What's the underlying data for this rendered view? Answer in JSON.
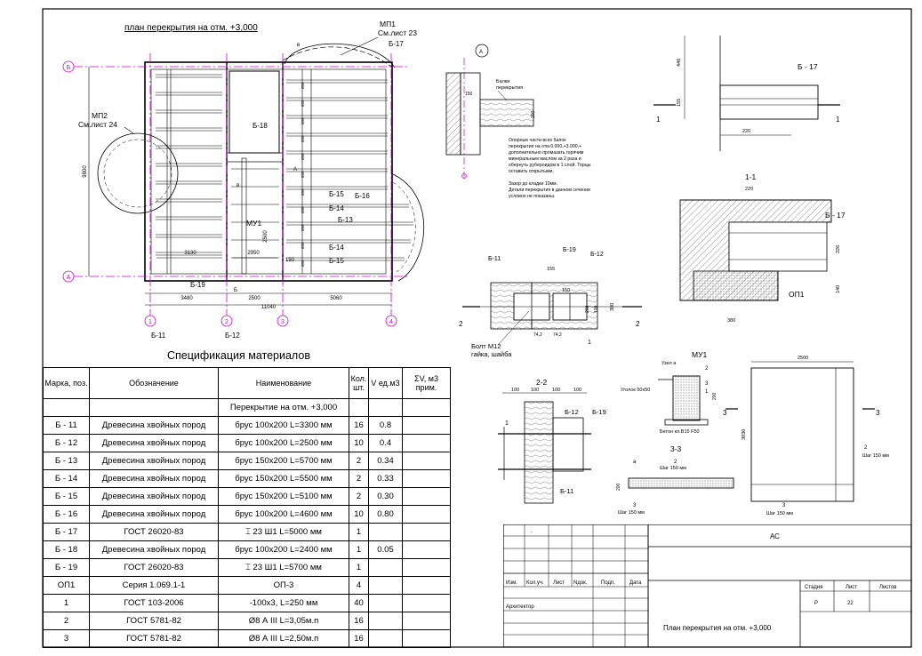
{
  "plan": {
    "title": "план перекрытия на отм. +3,000",
    "axes": {
      "a": "А",
      "b": "Б",
      "n1": "1",
      "n2": "2",
      "n3": "3",
      "n4": "4"
    },
    "refs": {
      "mp1": "МП1",
      "mp1_sheet": "См.лист 23",
      "mp2": "МП2",
      "mp2_sheet": "См.лист 24",
      "mu1": "МУ1",
      "v": "в",
      "a": "А",
      "b": "Б"
    },
    "dims": {
      "total": "11040",
      "d1": "3480",
      "d2": "2500",
      "d3": "5060",
      "h": "9800",
      "s3130": "3130",
      "s2950": "2950",
      "s2500": "2500",
      "s600": "600",
      "s150": "150"
    },
    "beams": {
      "b11": "Б-11",
      "b12": "Б-12",
      "b13": "Б-13",
      "b14a": "Б-14",
      "b14b": "Б-14",
      "b15a": "Б-15",
      "b15b": "Б-15",
      "b16": "Б-16",
      "b17": "Б-17",
      "b18": "Б-18",
      "b19": "Б-19"
    }
  },
  "detailA": {
    "label": "А",
    "beam_label_1": "Балки",
    "beam_label_2": "перекрытия",
    "dim150": "150",
    "dim200": "200",
    "note": [
      "Опорные части всех балок",
      "перекрытия на отм.0.000,+3.000,+",
      "дополнительно промазать горячим",
      "минеральным маслом за 2 раза и",
      "обернуть рубероидом в 1 слой. Торцы",
      "оставить открытыми.",
      "Зазор до кладки 10мм.",
      "Детали перекрытия в данном сечении",
      "условно не показаны."
    ]
  },
  "detailB17": {
    "label": "Б - 17",
    "d446": "446",
    "d155": "155",
    "d220": "220",
    "one": "1"
  },
  "section11": {
    "title": "1-1",
    "label": "Б - 17",
    "op": "ОП1",
    "d220": "220",
    "d226": "226",
    "d140": "140",
    "d380": "380"
  },
  "nodeB": {
    "b11": "Б-11",
    "b19": "Б-19",
    "b12": "Б-12",
    "d155": "155",
    "d150": "150",
    "d300": "300",
    "d200": "200",
    "d100": "100",
    "d74a": "74,2",
    "d74b": "74,2",
    "two": "2",
    "one": "1",
    "bolt1": "Болт М12",
    "bolt2": "гайка, шайба"
  },
  "section22": {
    "title": "2-2",
    "b12": "Б-12",
    "b19": "Б-19",
    "b11": "Б-11",
    "d100": "100",
    "one": "1"
  },
  "mu1": {
    "title": "МУ1",
    "node": "Узел а",
    "angle": "Уголок 50х50",
    "concrete": "Бетон кл.В15 F50",
    "d200": "200",
    "n2": "2",
    "n3": "3",
    "n1": "1"
  },
  "section33": {
    "title": "3-3",
    "a": "а",
    "d200": "200",
    "step": "Шаг 150 мм",
    "n2": "2",
    "n3": "3"
  },
  "slab": {
    "d2500": "2500",
    "d3030": "3030",
    "step": "Шаг 150 мм",
    "n2": "2",
    "n3": "3"
  },
  "spec": {
    "title": "Спецификация материалов",
    "headers": [
      "Марка, поз.",
      "Обозначение",
      "Наименование",
      "Кол. шт.",
      "V ед.м3",
      "ΣV, м3 прим."
    ],
    "section": "Перекрытие на отм. +3,000",
    "rows": [
      [
        "Б - 11",
        "Древесина хвойных пород",
        "брус 100х200 L=3300 мм",
        "16",
        "0.8",
        ""
      ],
      [
        "Б - 12",
        "Древесина хвойных пород",
        "брус 100х200 L=2500 мм",
        "10",
        "0.4",
        ""
      ],
      [
        "Б - 13",
        "Древесина хвойных пород",
        "брус 150х200 L=5700 мм",
        "2",
        "0.34",
        ""
      ],
      [
        "Б - 14",
        "Древесина хвойных пород",
        "брус 150х200 L=5500 мм",
        "2",
        "0.33",
        ""
      ],
      [
        "Б - 15",
        "Древесина хвойных пород",
        "брус 150х200 L=5100 мм",
        "2",
        "0.30",
        ""
      ],
      [
        "Б - 16",
        "Древесина хвойных пород",
        "брус 100х200 L=4600 мм",
        "10",
        "0.80",
        ""
      ],
      [
        "Б - 17",
        "ГОСТ 26020-83",
        "23 Ш1 L=5000 мм",
        "1",
        "",
        ""
      ],
      [
        "Б - 18",
        "Древесина хвойных пород",
        "брус 100х200 L=2400 мм",
        "1",
        "0.05",
        ""
      ],
      [
        "Б - 19",
        "ГОСТ 26020-83",
        "23 Ш1 L=5700 мм",
        "1",
        "",
        ""
      ],
      [
        "ОП1",
        "Серия 1.069.1-1",
        "ОП-3",
        "4",
        "",
        ""
      ],
      [
        "1",
        "ГОСТ 103-2006",
        "-100х3, L=250 мм",
        "40",
        "",
        ""
      ],
      [
        "2",
        "ГОСТ 5781-82",
        "Ø8 А III L=3,05м.п",
        "16",
        "",
        ""
      ],
      [
        "3",
        "ГОСТ 5781-82",
        "Ø8 А III L=2,50м.п",
        "16",
        "",
        ""
      ]
    ]
  },
  "titleblock": {
    "code": "АС",
    "dot": ".",
    "cols": [
      "Изм.",
      "Кол.уч.",
      "Лист",
      "Nдок.",
      "Подп.",
      "Дата"
    ],
    "architect": "Архитектор",
    "stage_h": "Стадия",
    "sheet_h": "Лист",
    "sheets_h": "Листов",
    "stage": "Р",
    "sheet": "22",
    "name": "План перекрытия на отм. +3,000"
  }
}
